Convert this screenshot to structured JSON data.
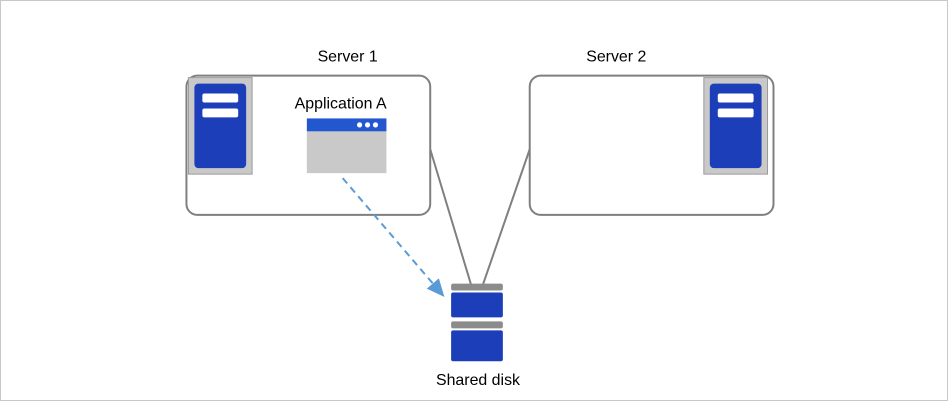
{
  "diagram": {
    "type": "server-cluster-architecture",
    "nodes": [
      {
        "id": "server1",
        "label": "Server 1",
        "type": "server-box"
      },
      {
        "id": "server2",
        "label": "Server 2",
        "type": "server-box"
      },
      {
        "id": "application-a",
        "label": "Application A",
        "type": "application-window"
      },
      {
        "id": "shared-disk",
        "label": "Shared disk",
        "type": "disk-stack"
      }
    ],
    "edges": [
      {
        "from": "server1",
        "to": "shared-disk",
        "style": "solid-line"
      },
      {
        "from": "server2",
        "to": "shared-disk",
        "style": "solid-line"
      },
      {
        "from": "application-a",
        "to": "shared-disk",
        "style": "dashed-arrow"
      }
    ],
    "colors": {
      "box_stroke": "#7f7f7f",
      "connector_gray": "#7f7f7f",
      "primary_blue": "#1c3eb8",
      "titlebar_blue": "#2257d0",
      "panel_gray": "#c9c9c9",
      "disk_cap_gray": "#8c8c8c",
      "arrow_blue": "#5b9bd5",
      "bar_white": "#ffffff",
      "canvas_border": "#c8c8c8"
    }
  }
}
